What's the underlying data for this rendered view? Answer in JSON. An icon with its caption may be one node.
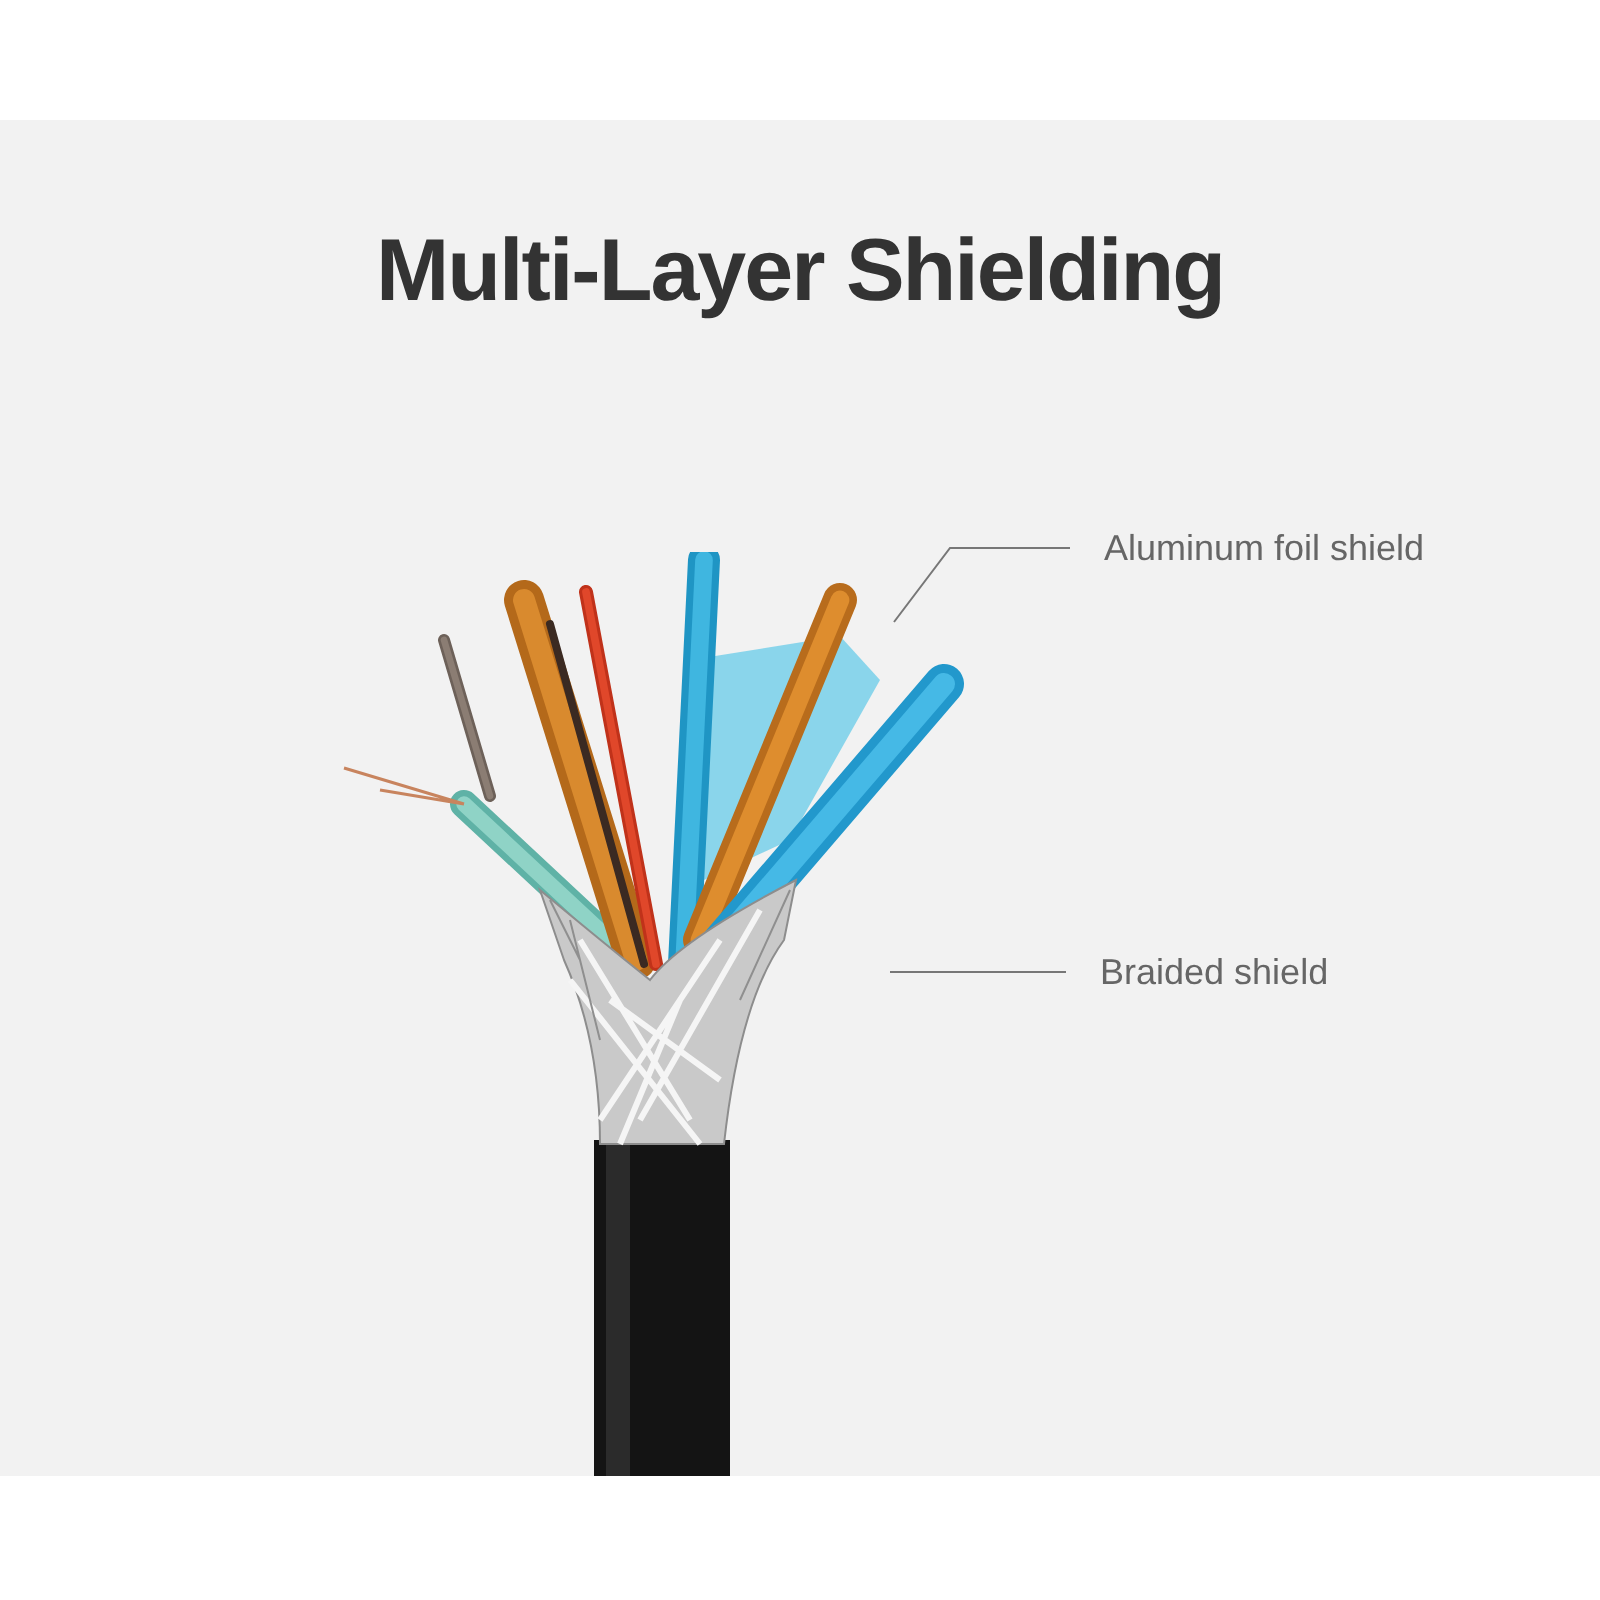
{
  "diagram": {
    "title": "Multi-Layer Shielding",
    "nodes": [
      {
        "text": [
          "Aluminum foil shield"
        ]
      },
      {
        "text": [
          "Braided shield"
        ]
      }
    ],
    "edges": [
      {
        "from": 0,
        "to": null,
        "arrow": "none"
      },
      {
        "from": 1,
        "to": null,
        "arrow": "none"
      }
    ]
  }
}
